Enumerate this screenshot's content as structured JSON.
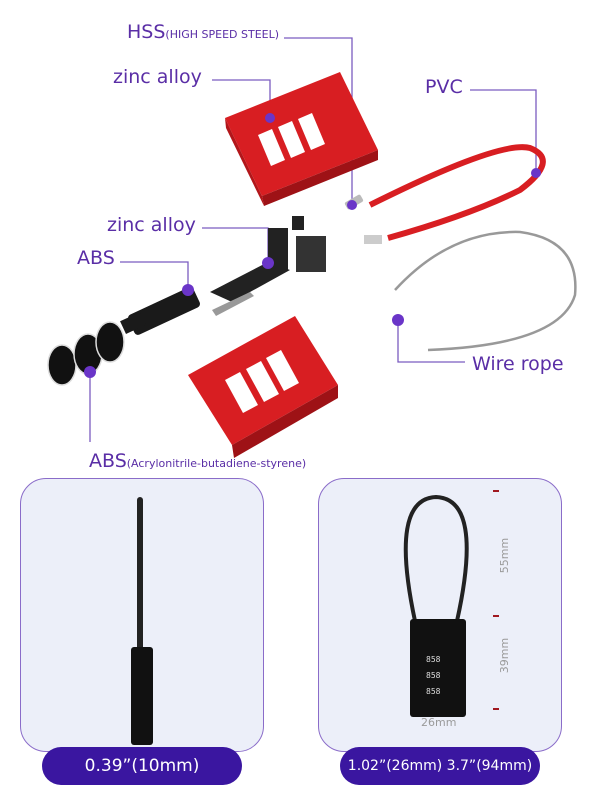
{
  "labels": {
    "hss": "HSS",
    "hss_sub": "(HIGH SPEED STEEL)",
    "zinc_top": "zinc alloy",
    "pvc": "PVC",
    "zinc_mid": "zinc alloy",
    "abs": "ABS",
    "wire_rope": "Wire rope",
    "abs_full": "ABS",
    "abs_full_sub": "(Acrylonitrile-butadiene-styrene)"
  },
  "dimensions": {
    "height_cable": "55mm",
    "height_body": "39mm",
    "width_body": "26mm",
    "dial_digits": "858"
  },
  "pills": {
    "thickness": "0.39”(10mm)",
    "size": "1.02”(26mm) 3.7”(94mm)"
  },
  "colors": {
    "accent": "#5a2ea6",
    "pill": "#3a16a0",
    "lock_red": "#d81e22",
    "panel": "#eceff9"
  }
}
